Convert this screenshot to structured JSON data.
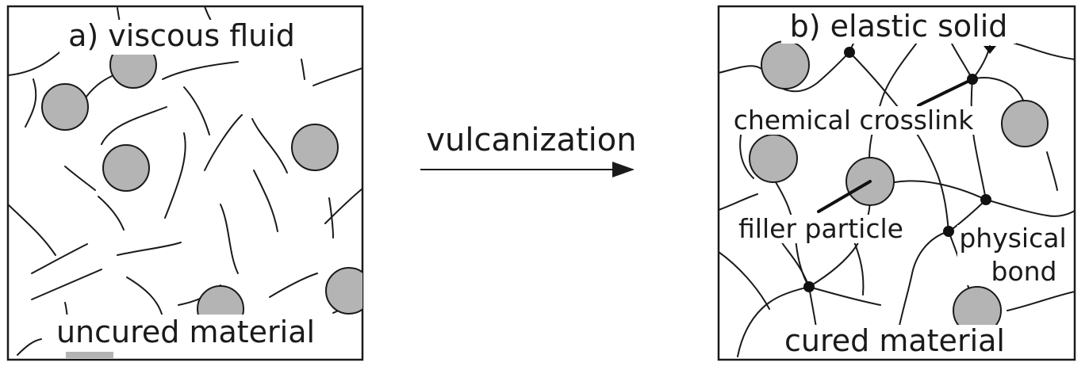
{
  "panel_a": {
    "title": "a) viscous fluid",
    "caption": "uncured material"
  },
  "arrow": {
    "label": "vulcanization"
  },
  "panel_b": {
    "title": "b) elastic solid",
    "caption": "cured material",
    "labels": {
      "chemical_crosslink": "chemical crosslink",
      "filler_particle": "filler particle",
      "physical_bond_line1": "physical",
      "physical_bond_line2": "bond"
    }
  },
  "colors": {
    "particle_fill": "#b4b4b4",
    "stroke": "#1a1a1a",
    "background": "#ffffff"
  }
}
